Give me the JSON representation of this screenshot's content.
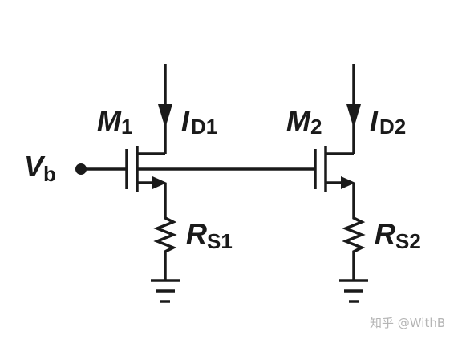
{
  "labels": {
    "m1": {
      "main": "M",
      "sub": "1"
    },
    "m2": {
      "main": "M",
      "sub": "2"
    },
    "id1": {
      "main": "I",
      "sub": "D1"
    },
    "id2": {
      "main": "I",
      "sub": "D2"
    },
    "vb": {
      "main": "V",
      "sub": "b"
    },
    "rs1": {
      "main": "R",
      "sub": "S1"
    },
    "rs2": {
      "main": "R",
      "sub": "S2"
    }
  },
  "watermark": "知乎 @WithB",
  "colors": {
    "stroke": "#1a1a1a",
    "watermark": "#b5b5b5"
  }
}
